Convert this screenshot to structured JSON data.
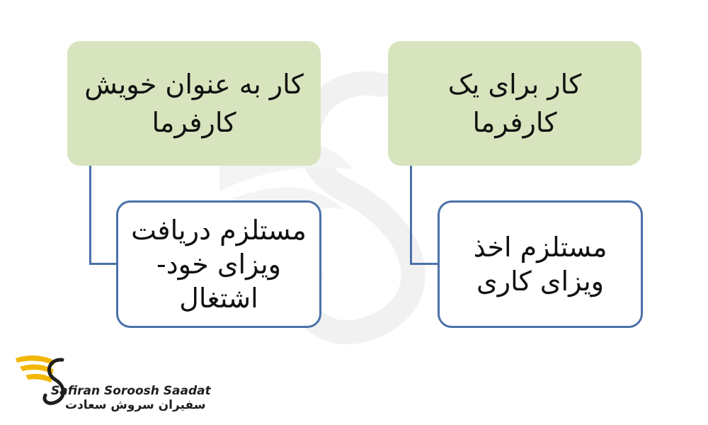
{
  "diagram": {
    "right_branch": {
      "title": "کار برای یک کارفرما",
      "child": "مستلزم اخذ ویزای کاری"
    },
    "left_branch": {
      "title": "کار به عنوان خویش کارفرما",
      "child": "مستلزم دریافت ویزای خود- اشتغال"
    }
  },
  "logo": {
    "name_en": "Safiran Soroosh Saadat",
    "name_fa": "سفیران سروش سعادت",
    "colors": {
      "wing": "#f2b705",
      "text": "#1f1f1f"
    }
  },
  "colors": {
    "top_box_fill": "#d7e4bd",
    "child_box_border": "#4a72a8",
    "connector": "#4a72a8"
  }
}
